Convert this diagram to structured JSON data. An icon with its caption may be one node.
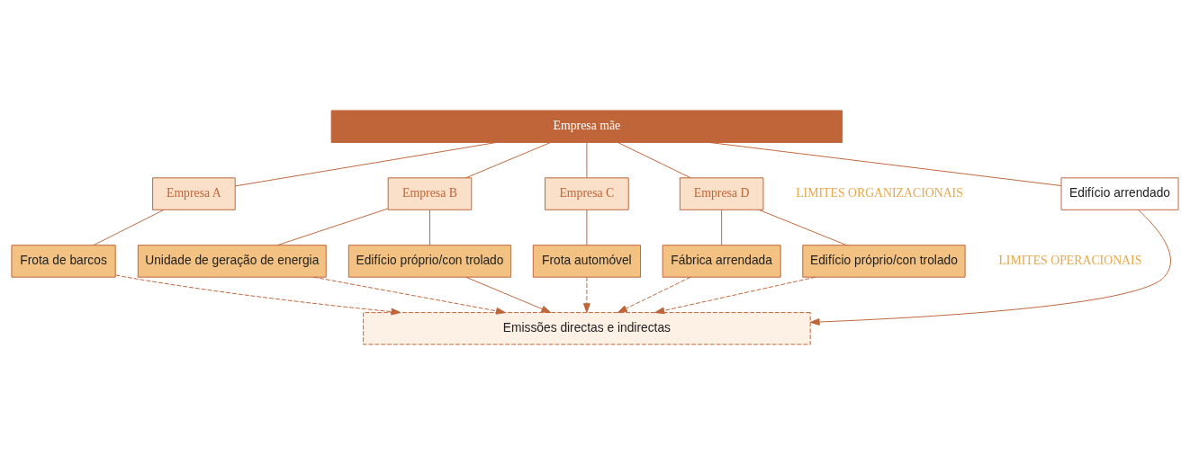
{
  "diagram": {
    "nodes": [
      {
        "text": [
          "Empresa mãe"
        ]
      },
      {
        "text": [
          "Empresa A"
        ]
      },
      {
        "text": [
          "Empresa B"
        ]
      },
      {
        "text": [
          "Empresa C"
        ]
      },
      {
        "text": [
          "Empresa D"
        ]
      },
      {
        "text": [
          "Frota de barcos"
        ]
      },
      {
        "text": [
          "Unidade de geração de energia"
        ]
      },
      {
        "text": [
          "Edifício próprio/con trolado"
        ]
      },
      {
        "text": [
          "Frota automóvel"
        ]
      },
      {
        "text": [
          "Fábrica arrendada"
        ]
      },
      {
        "text": [
          "Edifício próprio/con trolado"
        ]
      },
      {
        "text": [
          "Edifício arrendado"
        ]
      },
      {
        "text": [
          "Emissões directas e indirectas"
        ]
      }
    ],
    "edges": [
      {
        "from": 0,
        "to": 1,
        "arrow": "none"
      },
      {
        "from": 0,
        "to": 2,
        "arrow": "none"
      },
      {
        "from": 0,
        "to": 3,
        "arrow": "none"
      },
      {
        "from": 0,
        "to": 4,
        "arrow": "none"
      },
      {
        "from": 0,
        "to": 11,
        "arrow": "none"
      },
      {
        "from": 1,
        "to": 5,
        "arrow": "none"
      },
      {
        "from": 2,
        "to": 6,
        "arrow": "none"
      },
      {
        "from": 2,
        "to": 7,
        "arrow": "none"
      },
      {
        "from": 3,
        "to": 8,
        "arrow": "none"
      },
      {
        "from": 4,
        "to": 9,
        "arrow": "none"
      },
      {
        "from": 4,
        "to": 10,
        "arrow": "none"
      },
      {
        "from": 5,
        "to": 12,
        "arrow": "to",
        "style": "dashed"
      },
      {
        "from": 6,
        "to": 12,
        "arrow": "to",
        "style": "dashed"
      },
      {
        "from": 7,
        "to": 12,
        "arrow": "to"
      },
      {
        "from": 8,
        "to": 12,
        "arrow": "to",
        "style": "dashed"
      },
      {
        "from": 9,
        "to": 12,
        "arrow": "to",
        "style": "dashed"
      },
      {
        "from": 10,
        "to": 12,
        "arrow": "to",
        "style": "dashed"
      },
      {
        "from": 11,
        "to": 12,
        "arrow": "to"
      }
    ],
    "labels": [
      "LIMITES ORGANIZACIONAIS",
      "LIMITES OPERACIONAIS"
    ]
  }
}
